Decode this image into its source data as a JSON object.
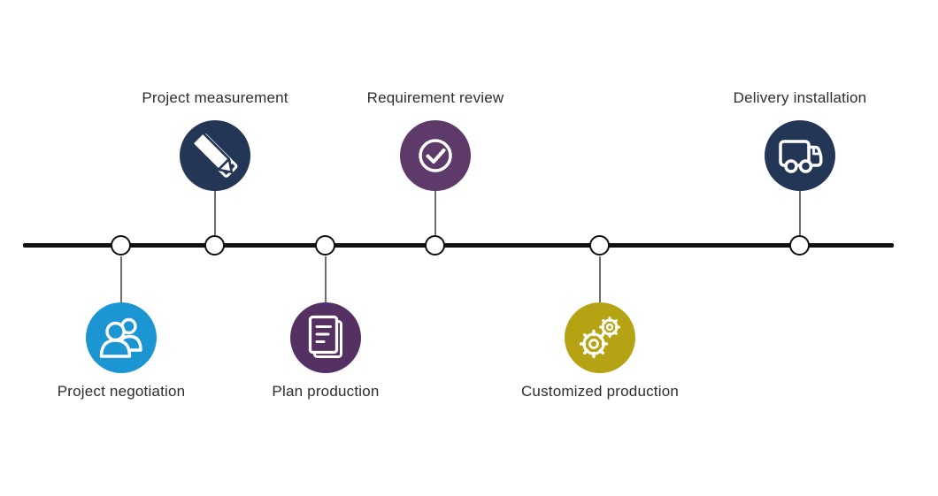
{
  "timeline": {
    "line_color": "#111111",
    "node_fill": "#ffffff",
    "node_border_color": "#111111",
    "connector_color": "#6e6e6e"
  },
  "steps": [
    {
      "label": "Project negotiation",
      "icon": "people-icon",
      "color": "#1b96d3",
      "position": "below"
    },
    {
      "label": "Project measurement",
      "icon": "ruler-pencil-icon",
      "color": "#243655",
      "position": "above"
    },
    {
      "label": "Plan production",
      "icon": "document-icon",
      "color": "#553163",
      "position": "below"
    },
    {
      "label": "Requirement review",
      "icon": "check-circle-icon",
      "color": "#5e3a6a",
      "position": "above"
    },
    {
      "label": "Customized production",
      "icon": "gears-icon",
      "color": "#b6a314",
      "position": "below"
    },
    {
      "label": "Delivery installation",
      "icon": "truck-icon",
      "color": "#243655",
      "position": "above"
    }
  ]
}
